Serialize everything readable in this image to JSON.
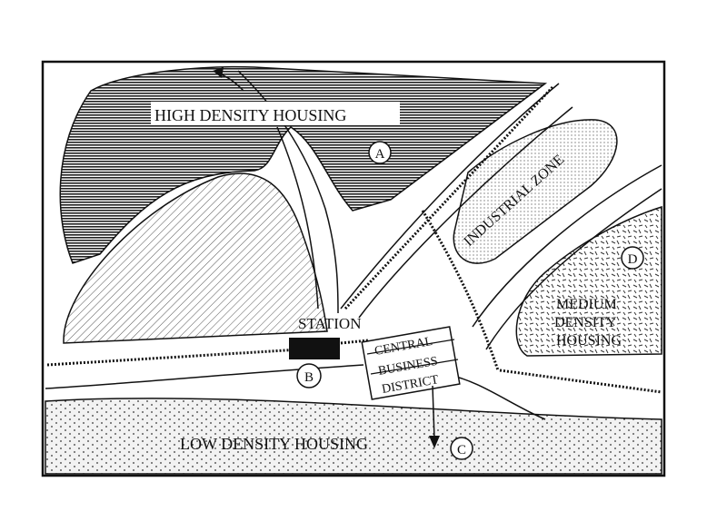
{
  "zones": {
    "high_density": "HIGH DENSITY HOUSING",
    "industrial": "INDUSTRIAL ZONE",
    "medium_density": [
      "MEDIUM",
      "DENSITY",
      "HOUSING"
    ],
    "low_density": "LOW DENSITY HOUSING",
    "station": "STATION",
    "cbd": [
      "CENTRAL",
      "BUSINESS",
      "DISTRICT"
    ]
  },
  "markers": {
    "a": "A",
    "b": "B",
    "c": "C",
    "d": "D"
  }
}
